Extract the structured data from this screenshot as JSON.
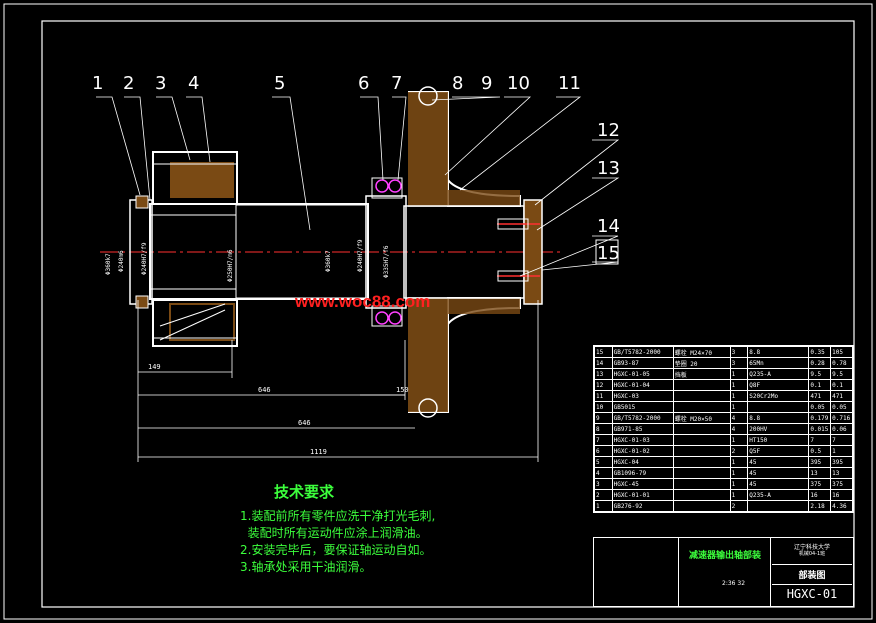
{
  "watermark": "www.woc88.com",
  "leaders": [
    "1",
    "2",
    "3",
    "4",
    "5",
    "6",
    "7",
    "8",
    "9",
    "10",
    "11",
    "12",
    "13",
    "14",
    "15"
  ],
  "dimensions": {
    "d1": "149",
    "d2": "646",
    "d3": "646",
    "d4": "1119",
    "d5": "150"
  },
  "fits": [
    "Φ360k7",
    "Φ240m6",
    "Φ240H7/f9",
    "Φ250H7/m6",
    "Φ360k7",
    "Φ240H7/f9",
    "Φ335H7/f6"
  ],
  "requirements": {
    "title": "技术要求",
    "lines": [
      "1.装配前所有零件应洗干净打光毛刺,",
      "  装配时所有运动件应涂上润滑油。",
      "2.安装完毕后，要保证轴运动自如。",
      "3.轴承处采用干油润滑。"
    ]
  },
  "bom": [
    [
      "15",
      "GB/T5782-2000",
      "螺栓 M24×70",
      "3",
      "8.8",
      "0.35",
      "105"
    ],
    [
      "14",
      "GB93-87",
      "垫圈 20",
      "3",
      "65Mn",
      "0.28",
      "0.78"
    ],
    [
      "13",
      "HGXC-01-05",
      "挡板",
      "1",
      "Q235-A",
      "9.5",
      "9.5"
    ],
    [
      "12",
      "HGXC-01-04",
      "",
      "1",
      "Q8F",
      "0.1",
      "0.1"
    ],
    [
      "11",
      "HGXC-03",
      "",
      "1",
      "S20Cr2Mo",
      "471",
      "471"
    ],
    [
      "10",
      "GB5015",
      "",
      "1",
      "",
      "0.05",
      "0.05"
    ],
    [
      "9",
      "GB/T5782-2000",
      "螺栓 M20×50",
      "4",
      "8.8",
      "0.179",
      "0.716"
    ],
    [
      "8",
      "GB971-85",
      "",
      "4",
      "200HV",
      "0.015",
      "0.06"
    ],
    [
      "7",
      "HGXC-01-03",
      "",
      "1",
      "HT150",
      "7",
      "7"
    ],
    [
      "6",
      "HGXC-01-02",
      "",
      "2",
      "Q5F",
      "0.5",
      "1"
    ],
    [
      "5",
      "HGXC-04",
      "",
      "1",
      "45",
      "395",
      "395"
    ],
    [
      "4",
      "GB1096-79",
      "",
      "1",
      "45",
      "13",
      "13"
    ],
    [
      "3",
      "HGXC-45",
      "",
      "1",
      "45",
      "375",
      "375"
    ],
    [
      "2",
      "HGXC-01-01",
      "",
      "1",
      "Q235-A",
      "16",
      "16"
    ],
    [
      "1",
      "GB276-92",
      "",
      "2",
      "",
      "2.18",
      "4.36"
    ]
  ],
  "title_block": {
    "drawing_name": "减速器输出轴部装",
    "school": "辽宁科技大学",
    "sub": "机械04-1班",
    "sheet_type": "部装图",
    "scale": "2:36 32",
    "code": "HGXC-01"
  }
}
